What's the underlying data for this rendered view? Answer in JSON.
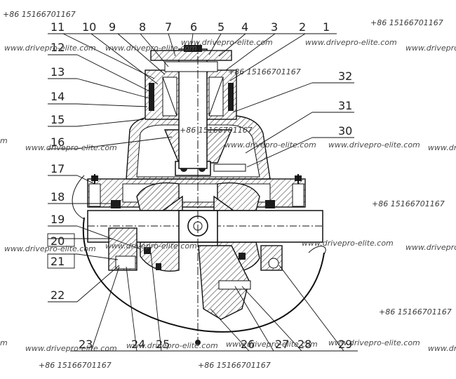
{
  "part_labels": {
    "top": [
      "11",
      "10",
      "9",
      "8",
      "7",
      "6",
      "5",
      "4",
      "3",
      "2",
      "1"
    ],
    "left": [
      "12",
      "13",
      "14",
      "15",
      "16",
      "17",
      "18",
      "19",
      "20",
      "21",
      "22"
    ],
    "right": [
      "32",
      "31",
      "30"
    ],
    "bottom": [
      "23",
      "24",
      "25",
      "26",
      "27",
      "28",
      "29"
    ]
  },
  "watermarks": {
    "phone": "+86 15166701167",
    "site": "www.drivepro-elite.com",
    "site_cut": "www.drivepro-",
    "site_frag_left": "m",
    "site_frag_right": "www.dr"
  }
}
